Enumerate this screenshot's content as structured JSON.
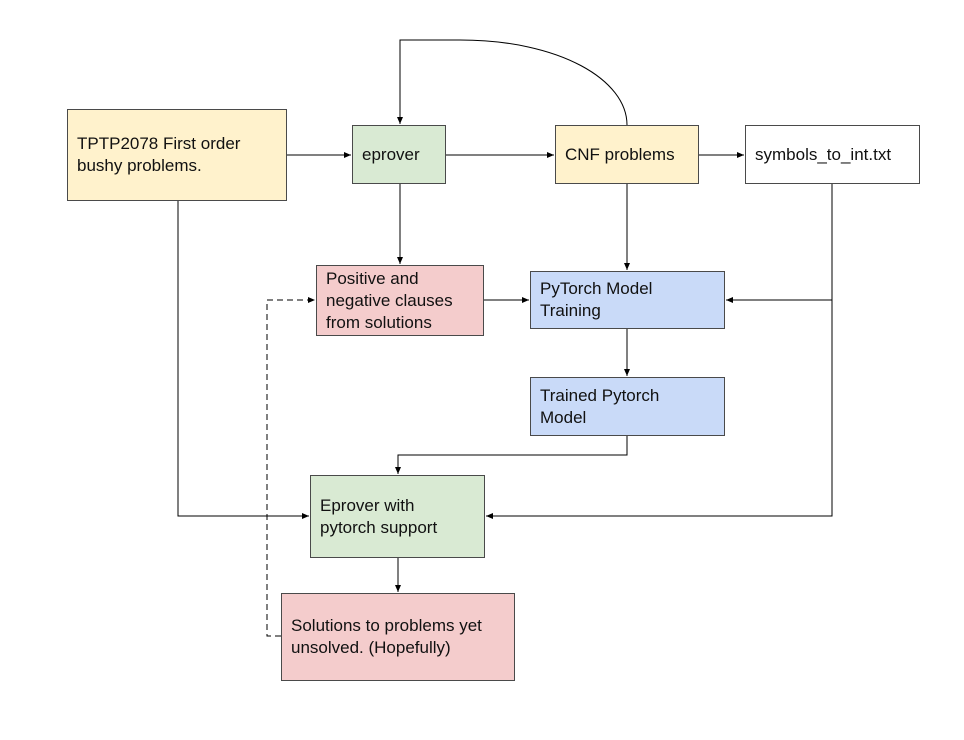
{
  "nodes": {
    "tptp": "TPTP2078 First order\nbushy problems.",
    "eprover": "eprover",
    "cnf": "CNF problems",
    "symbols": "symbols_to_int.txt",
    "clauses": "Positive and\nnegative clauses\nfrom solutions",
    "training": "PyTorch Model\nTraining",
    "trained": "Trained Pytorch\nModel",
    "eprover_pytorch": "Eprover with\npytorch support",
    "solutions": "Solutions to problems yet\nunsolved. (Hopefully)"
  },
  "colors": {
    "yellow": "#fff2cc",
    "green": "#d9ead3",
    "red": "#f4cccc",
    "blue": "#c9daf8",
    "white": "#ffffff",
    "line": "#000000"
  }
}
